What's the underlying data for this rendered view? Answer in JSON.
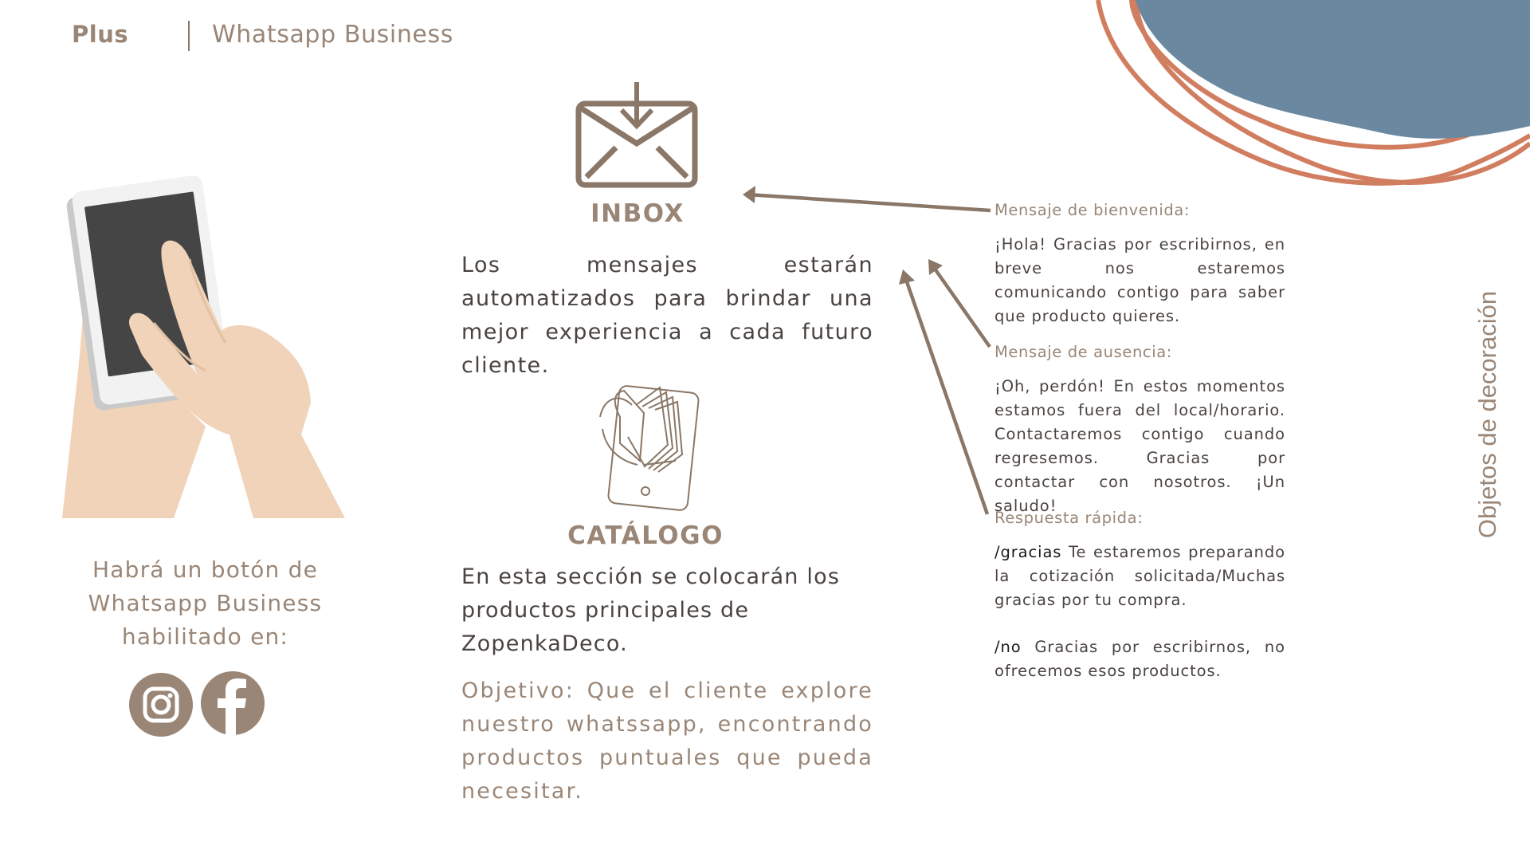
{
  "header": {
    "section": "Plus",
    "title": "Whatsapp Business"
  },
  "side_label": "Objetos de decoración",
  "inbox": {
    "icon": "inbox-envelope-icon",
    "title": "INBOX",
    "text": "Los mensajes estarán automatizados para brindar una mejor experiencia a cada futuro cliente."
  },
  "catalog": {
    "icon": "catalog-phone-icon",
    "title": "CATÁLOGO",
    "text": "En esta sección se colocarán los productos principales de ZopenkaDeco.",
    "objective": "Objetivo: Que el cliente explore nuestro whatssapp, encontrando productos puntuales que pueda necesitar."
  },
  "left": {
    "illustration": "hands-holding-phone",
    "note": "Habrá un botón de Whatsapp Business habilitado en:",
    "social_icons": [
      "instagram-icon",
      "facebook-icon"
    ]
  },
  "messages": {
    "welcome": {
      "label": "Mensaje de bienvenida:",
      "body": "¡Hola! Gracias por escribirnos, en breve nos estaremos comunicando contigo para saber que producto quieres."
    },
    "away": {
      "label": "Mensaje de ausencia:",
      "body": "¡Oh, perdón! En estos momentos estamos fuera del local/horario. Contactaremos contigo cuando regresemos. Gracias por contactar con nosotros. ¡Un saludo!"
    },
    "quick": {
      "label": "Respuesta rápida:",
      "cmd1": "/gracias",
      "text1": " Te estaremos preparando la cotización solicitada/Muchas gracias por tu compra.",
      "cmd2": "/no",
      "text2": " Gracias por escribirnos, no ofrecemos esos productos."
    }
  },
  "colors": {
    "brown": "#9a8676",
    "dark_brown": "#8a7767",
    "blue_blob": "#6a889f",
    "orange_line": "#d17d60",
    "skin": "#f0d3b8",
    "text": "#4a4340"
  }
}
